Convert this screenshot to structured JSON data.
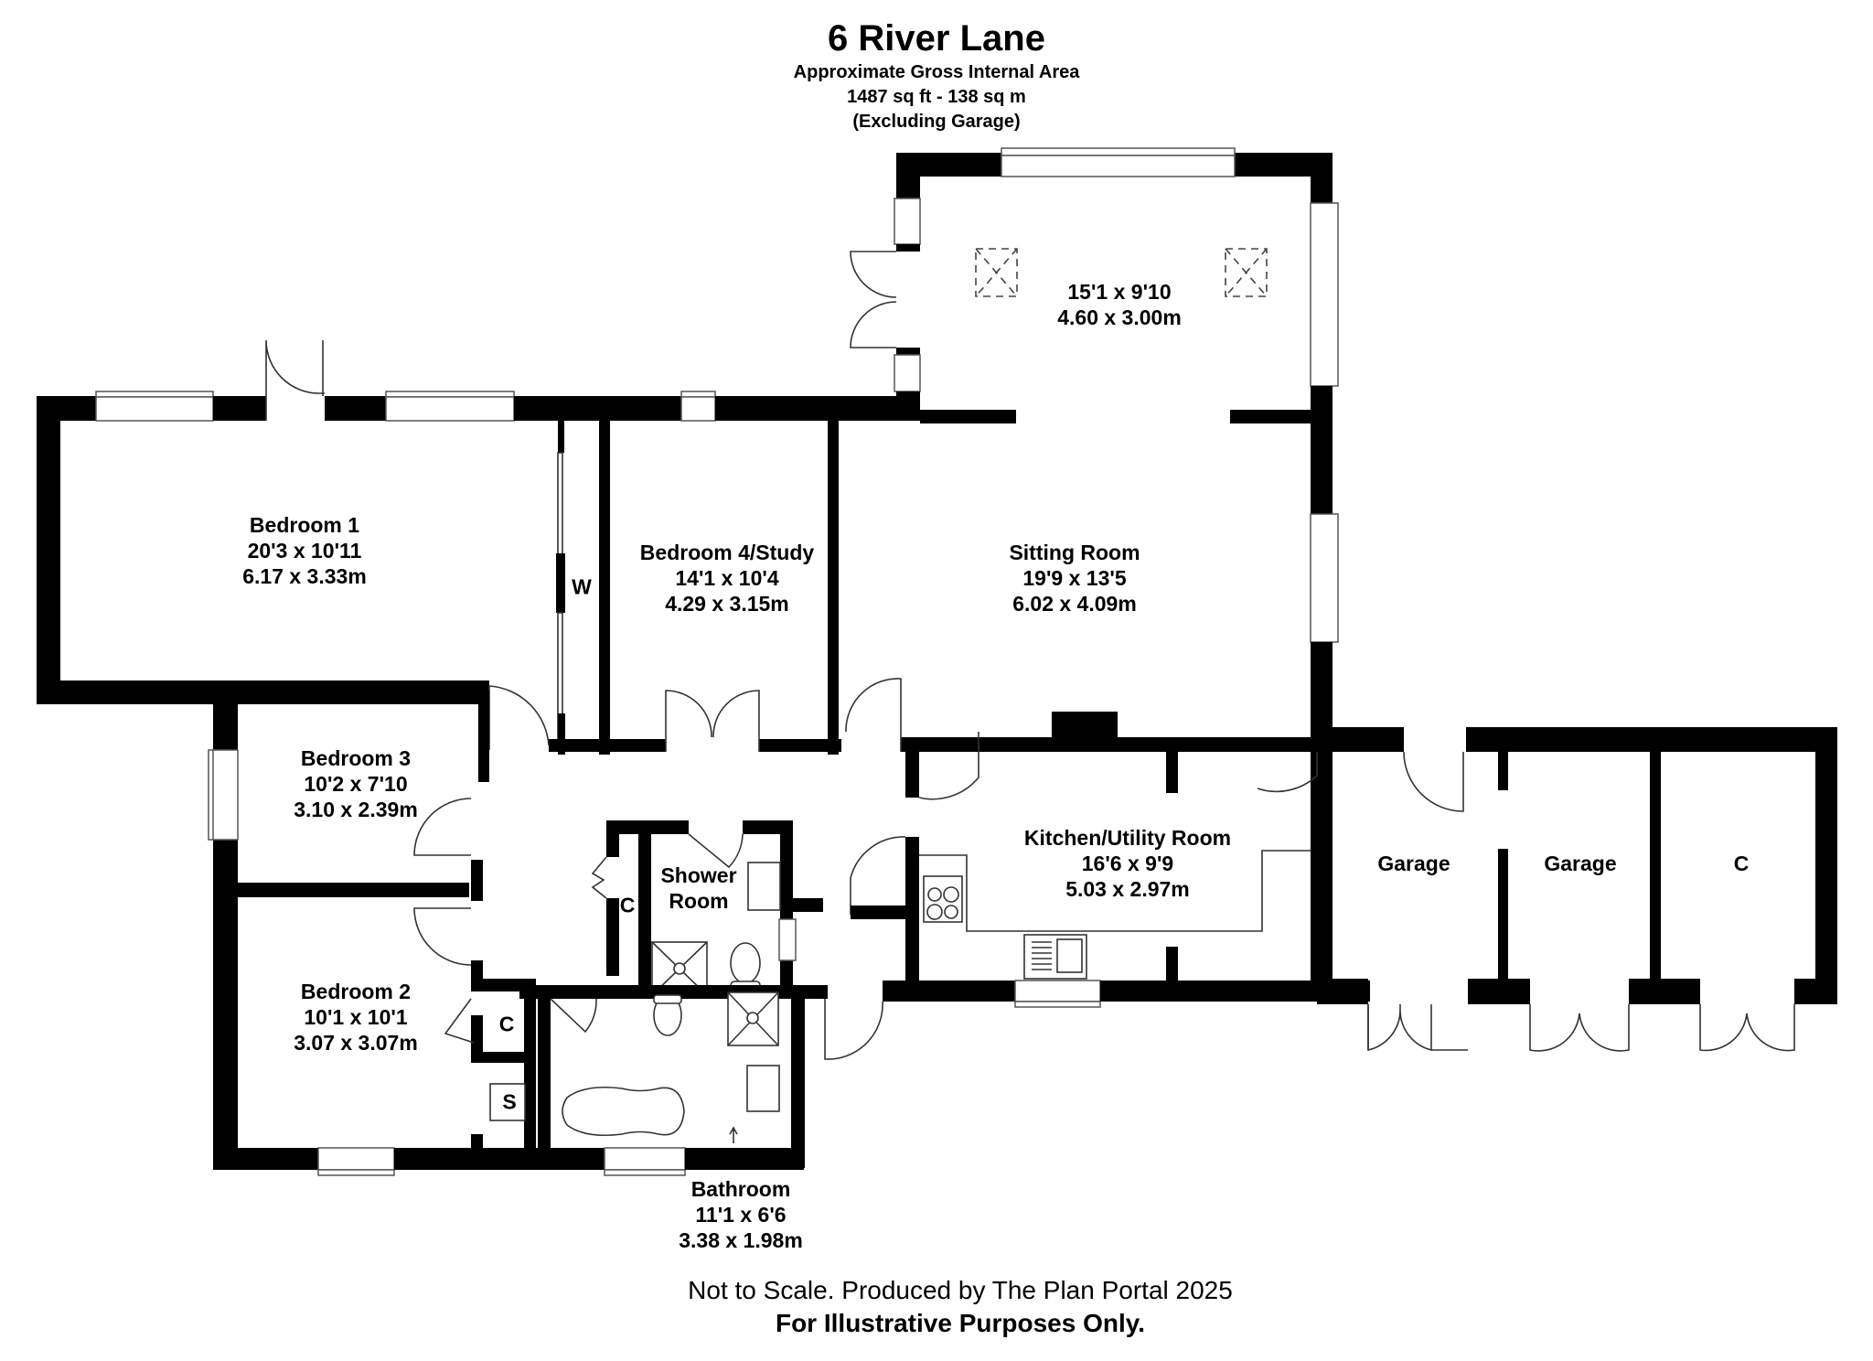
{
  "header": {
    "title": "6 River Lane",
    "area_label": "Approximate Gross Internal Area",
    "area_value": "1487 sq ft - 138 sq m",
    "area_note": "(Excluding Garage)"
  },
  "rooms": {
    "sunroom": {
      "name": "",
      "imperial": "15'1 x 9'10",
      "metric": "4.60 x 3.00m"
    },
    "sitting_room": {
      "name": "Sitting Room",
      "imperial": "19'9 x 13'5",
      "metric": "6.02 x 4.09m"
    },
    "bedroom1": {
      "name": "Bedroom 1",
      "imperial": "20'3 x 10'11",
      "metric": "6.17 x 3.33m"
    },
    "bedroom4": {
      "name": "Bedroom 4/Study",
      "imperial": "14'1 x 10'4",
      "metric": "4.29 x 3.15m"
    },
    "bedroom3": {
      "name": "Bedroom 3",
      "imperial": "10'2 x 7'10",
      "metric": "3.10 x 2.39m"
    },
    "bedroom2": {
      "name": "Bedroom 2",
      "imperial": "10'1 x 10'1",
      "metric": "3.07 x 3.07m"
    },
    "kitchen": {
      "name": "Kitchen/Utility Room",
      "imperial": "16'6 x 9'9",
      "metric": "5.03 x 2.97m"
    },
    "shower_room": {
      "name_line1": "Shower",
      "name_line2": "Room"
    },
    "bathroom": {
      "name": "Bathroom",
      "imperial": "11'1 x 6'6",
      "metric": "3.38 x 1.98m"
    },
    "garage1": {
      "name": "Garage"
    },
    "garage2": {
      "name": "Garage"
    },
    "garage_store": {
      "name": "C"
    }
  },
  "markers": {
    "wardrobe": "W",
    "cupboard_hall": "C",
    "cupboard_bedroom2": "C",
    "storage_bedroom2": "S"
  },
  "footer": {
    "disclaimer": "Not to Scale. Produced by The Plan Portal 2025",
    "purpose": "For Illustrative Purposes Only."
  },
  "colors": {
    "wall": "#000000",
    "background": "#ffffff",
    "fixture_line": "#333333"
  }
}
